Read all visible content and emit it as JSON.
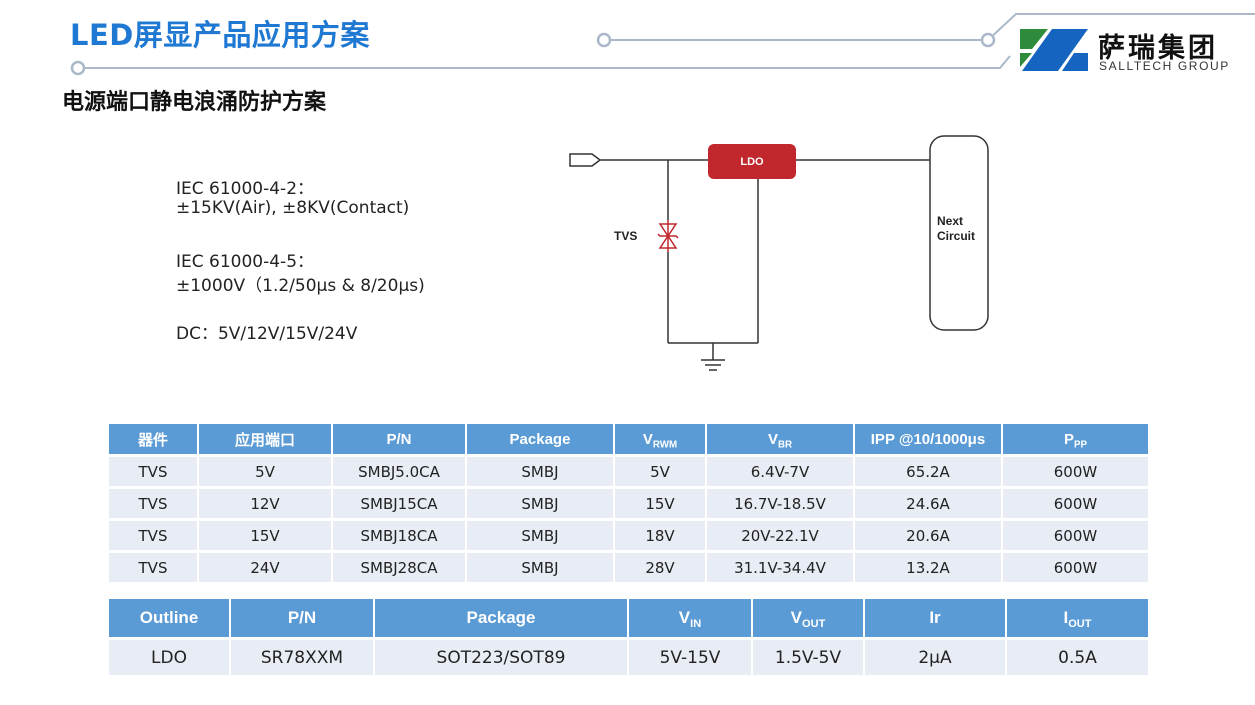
{
  "header": {
    "title": "LED屏显产品应用方案",
    "subtitle": "电源端口静电浪涌防护方案",
    "colors": {
      "title": "#1f78d1",
      "deco_line": "#aab8c8",
      "logo_green": "#2e8b3c",
      "logo_blue": "#1565c0"
    }
  },
  "logo": {
    "icon": "sall-tech-z-logo-icon",
    "name_cn": "萨瑞集团",
    "name_en": "SALLTECH GROUP"
  },
  "specs": {
    "esd_std": "IEC 61000-4-2：",
    "esd_level": "±15KV(Air), ±8KV(Contact)",
    "surge_std": "IEC 61000-4-5：",
    "surge_level": "±1000V（1.2/50μs & 8/20μs)",
    "dc": "DC：5V/12V/15V/24V"
  },
  "circuit": {
    "ldo_label": "LDO",
    "tvs_label": "TVS",
    "next_label_1": "Next",
    "next_label_2": "Circuit",
    "colors": {
      "ldo": "#c0282d",
      "tvs": "#c0282d",
      "wire": "#333333"
    }
  },
  "tvs_table": {
    "headers": {
      "device": "器件",
      "port": "应用端口",
      "pn": "P/N",
      "package": "Package",
      "vrwm_main": "V",
      "vrwm_sub": "RWM",
      "vbr_main": "V",
      "vbr_sub": "BR",
      "ipp": "IPP @10/1000μs",
      "ppp_main": "P",
      "ppp_sub": "PP"
    },
    "rows": [
      {
        "device": "TVS",
        "port": "5V",
        "pn": "SMBJ5.0CA",
        "package": "SMBJ",
        "vrwm": "5V",
        "vbr": "6.4V-7V",
        "ipp": "65.2A",
        "ppp": "600W"
      },
      {
        "device": "TVS",
        "port": "12V",
        "pn": "SMBJ15CA",
        "package": "SMBJ",
        "vrwm": "15V",
        "vbr": "16.7V-18.5V",
        "ipp": "24.6A",
        "ppp": "600W"
      },
      {
        "device": "TVS",
        "port": "15V",
        "pn": "SMBJ18CA",
        "package": "SMBJ",
        "vrwm": "18V",
        "vbr": "20V-22.1V",
        "ipp": "20.6A",
        "ppp": "600W"
      },
      {
        "device": "TVS",
        "port": "24V",
        "pn": "SMBJ28CA",
        "package": "SMBJ",
        "vrwm": "28V",
        "vbr": "31.1V-34.4V",
        "ipp": "13.2A",
        "ppp": "600W"
      }
    ]
  },
  "ldo_table": {
    "headers": {
      "outline": "Outline",
      "pn": "P/N",
      "package": "Package",
      "vin_main": "V",
      "vin_sub": "IN",
      "vout_main": "V",
      "vout_sub": "OUT",
      "ir": "Ir",
      "iout_main": "I",
      "iout_sub": "OUT"
    },
    "rows": [
      {
        "outline": "LDO",
        "pn": "SR78XXM",
        "package": "SOT223/SOT89",
        "vin": "5V-15V",
        "vout": "1.5V-5V",
        "ir": "2μA",
        "iout": "0.5A"
      }
    ]
  }
}
